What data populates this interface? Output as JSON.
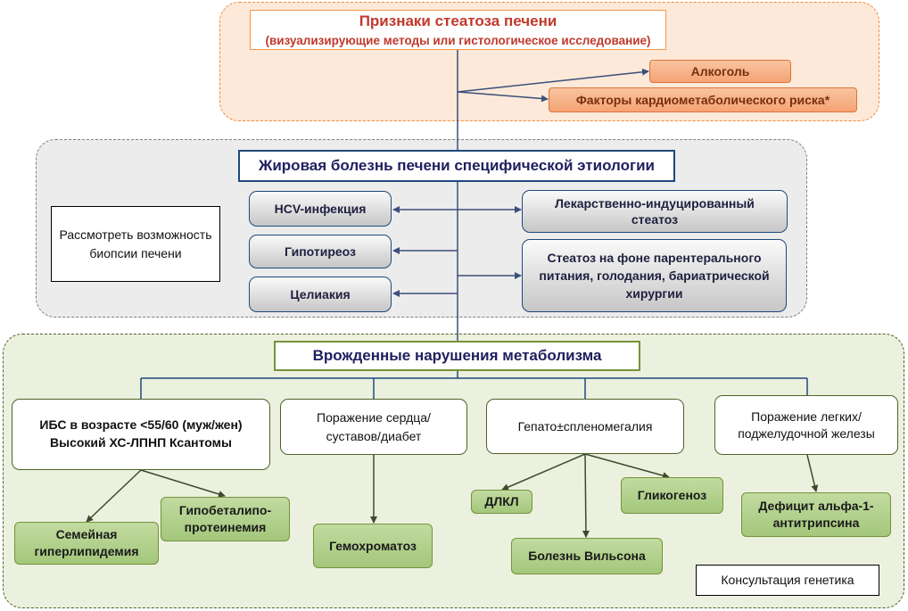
{
  "top": {
    "title": "Признаки стеатоза печени",
    "subtitle": "(визуализирующие методы или гистологическое исследование)",
    "alcohol": "Алкоголь",
    "cardio": "Факторы кардиометаболического риска*"
  },
  "middle": {
    "title": "Жировая болезнь печени специфической этиологии",
    "biopsy_note": "Рассмотреть возможность биопсии печени",
    "left_items": [
      "HCV-инфекция",
      "Гипотиреоз",
      "Целиакия"
    ],
    "right_items": [
      "Лекарственно-индуцированный стеатоз",
      "Стеатоз на фоне парентерального питания, голодания, бариатрической хирургии"
    ]
  },
  "bottom": {
    "title": "Врожденные нарушения метаболизма",
    "categories": [
      "ИБС в возрасте <55/60 (муж/жен) Высокий ХС-ЛПНП Ксантомы",
      "Поражение сердца/суставов/диабет",
      "Гепато±спленомегалия",
      "Поражение легких/поджелудочной железы"
    ],
    "diseases": {
      "familial": "Семейная гиперлипидемия",
      "hypobeta": "Гипобеталипо-протеинемия",
      "hemochromatosis": "Гемохроматоз",
      "dlkl": "ДЛКЛ",
      "glycogenosis": "Гликогеноз",
      "wilson": "Болезнь Вильсона",
      "alpha1": "Дефицит альфа-1-антитрипсина"
    },
    "genetics_note": "Консультация генетика"
  }
}
